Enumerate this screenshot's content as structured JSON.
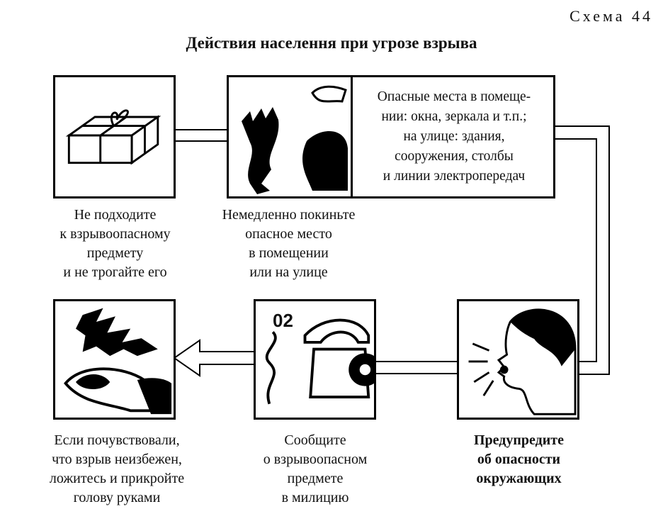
{
  "header": {
    "scheme_label": "Схема 44",
    "title": "Действия населення при угрозе взрыва"
  },
  "panels": [
    {
      "id": "package",
      "icon": "package-icon",
      "caption_lines": [
        "Не подходите",
        "к взрывоопасному",
        "предмету",
        "и не трогайте его"
      ]
    },
    {
      "id": "leave",
      "icon": "explosion-figure-icon",
      "info_lines": [
        "Опасные места в помеще-",
        "нии: окна, зеркала и т.п.;",
        "на улице: здания,",
        "сооружения, столбы",
        "и линии электропередач"
      ],
      "caption_lines": [
        "Немедленно покиньте",
        "опасное место",
        "в помещении",
        "или на улице"
      ]
    },
    {
      "id": "warn",
      "icon": "shouting-person-icon",
      "caption_lines": [
        "Предупредите",
        "об опасности",
        "окружающих"
      ]
    },
    {
      "id": "phone",
      "icon": "telephone-icon",
      "phone_number": "02",
      "caption_lines": [
        "Сообщите",
        "о взрывоопасном",
        "предмете",
        "в милицию"
      ]
    },
    {
      "id": "lie-down",
      "icon": "lying-person-icon",
      "caption_lines": [
        "Если почувствовали,",
        "что взрыв неизбежен,",
        "ложитесь и прикройте",
        "голову руками"
      ]
    }
  ]
}
